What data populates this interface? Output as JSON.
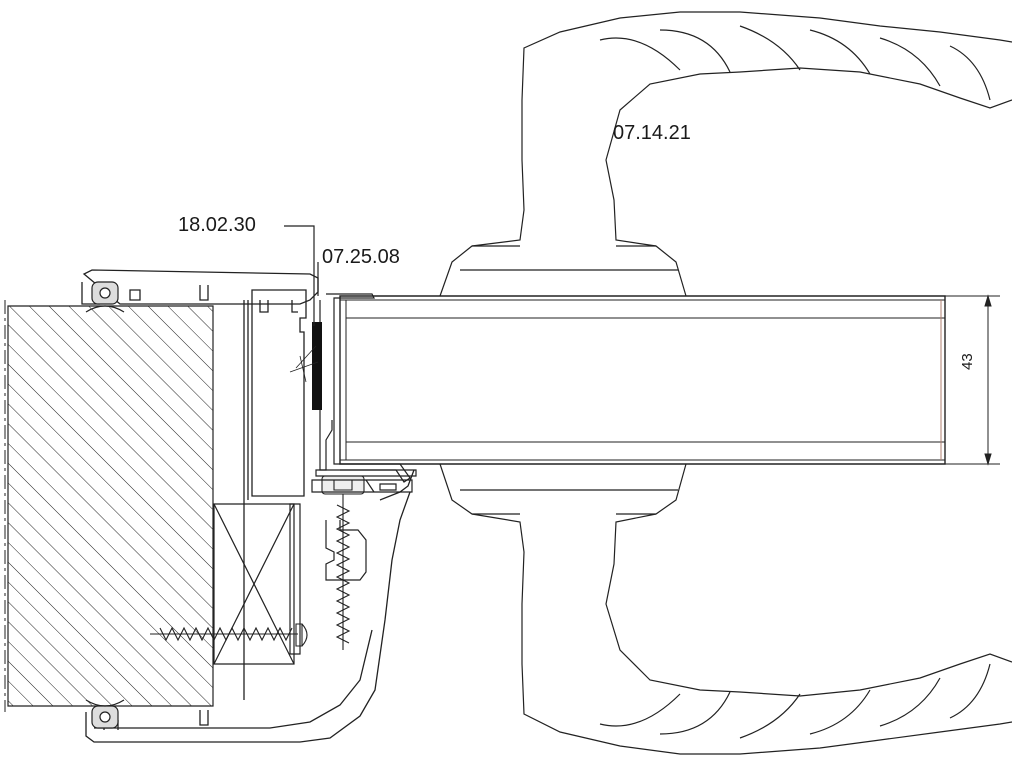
{
  "labels": {
    "part_top": "07.14.21",
    "part_left": "18.02.30",
    "part_mid": "07.25.08",
    "dimension": "43"
  }
}
